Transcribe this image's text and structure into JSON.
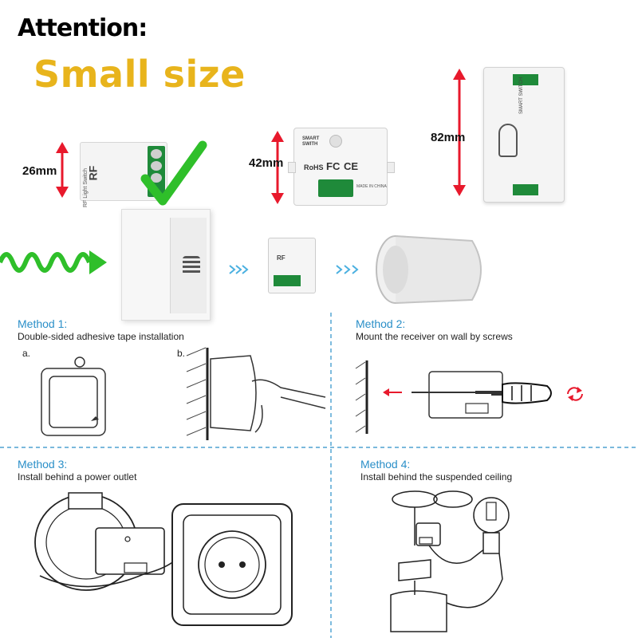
{
  "heading": {
    "attention": "Attention:",
    "small_size": "Small size"
  },
  "devices": [
    {
      "dimension": "26mm",
      "label_top": "RF Light Switch",
      "marking": "RF",
      "checked": true
    },
    {
      "dimension": "42mm",
      "label_top": "SMART SWITH",
      "marking": "RoHS",
      "footer": "MADE IN CHINA"
    },
    {
      "dimension": "82mm",
      "label_top": "SMART SWITCH"
    }
  ],
  "methods": [
    {
      "title": "Method 1:",
      "description": "Double-sided adhesive tape installation",
      "steps": [
        "a.",
        "b."
      ]
    },
    {
      "title": "Method 2:",
      "description": "Mount the receiver on wall by screws"
    },
    {
      "title": "Method 3:",
      "description": "Install behind a power outlet"
    },
    {
      "title": "Method 4:",
      "description": "Install behind the suspended ceiling"
    }
  ],
  "colors": {
    "accent_gold": "#e8b41c",
    "arrow_red": "#e8192c",
    "check_green": "#2fbf2a",
    "method_blue": "#2a8fc8",
    "terminal_green": "#1f8a3a"
  },
  "icons": [
    "checkmark-icon",
    "wave-arrow-icon",
    "double-chevron-icon",
    "screwdriver-icon",
    "rotate-icon"
  ]
}
